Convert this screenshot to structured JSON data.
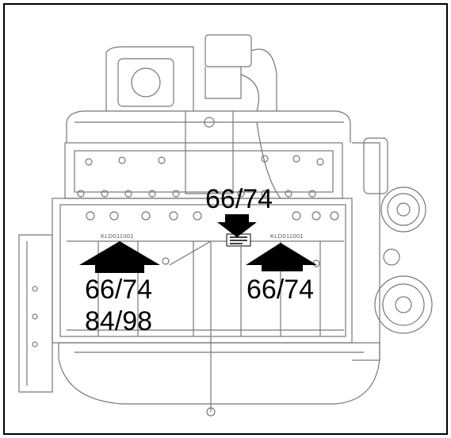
{
  "labels": {
    "top_callout": "66/74",
    "left_callout_line1": "66/74",
    "left_callout_line2": "84/98",
    "right_callout": "66/74"
  },
  "engine_tags": {
    "left_tag": "KLD011001",
    "right_tag": "KLD011001"
  },
  "colors": {
    "outline": "#000000",
    "line_gray": "#777777",
    "arrow": "#000000",
    "background": "#ffffff"
  }
}
